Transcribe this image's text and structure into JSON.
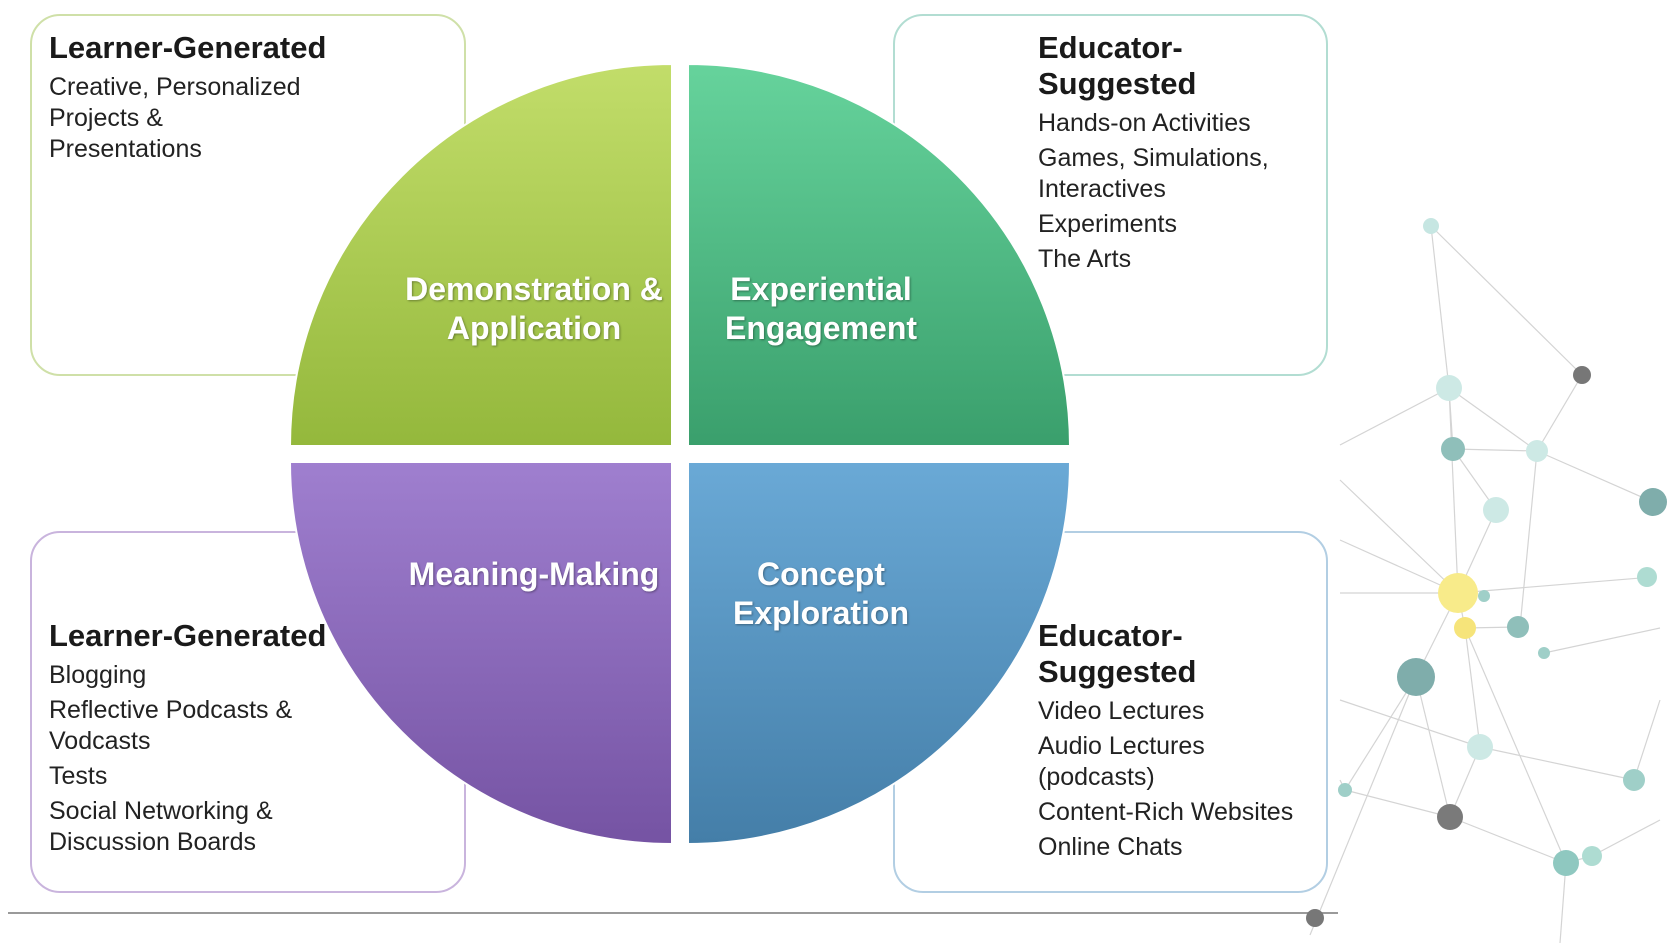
{
  "diagram": {
    "quadrants": {
      "top_left": {
        "label": "Demonstration & Application",
        "color": "#9fc44b"
      },
      "top_right": {
        "label": "Experiential Engagement",
        "color": "#43b57e"
      },
      "bottom_left": {
        "label": "Meaning-Making",
        "color": "#8a66b8"
      },
      "bottom_right": {
        "label": "Concept Exploration",
        "color": "#4f8fbf"
      }
    },
    "boxes": {
      "top_left": {
        "heading": "Learner-Generated",
        "items": [
          "Creative, Personalized",
          "Projects &",
          "Presentations"
        ]
      },
      "top_right": {
        "heading": "Educator-Suggested",
        "items": [
          "Hands-on Activities",
          "Games, Simulations, Interactives",
          "Experiments",
          "The Arts"
        ]
      },
      "bottom_left": {
        "heading": "Learner-Generated",
        "items": [
          "Blogging",
          "Reflective Podcasts & Vodcasts",
          "Tests",
          "Social Networking & Discussion Boards"
        ]
      },
      "bottom_right": {
        "heading": "Educator-Suggested",
        "items": [
          "Video Lectures",
          "Audio Lectures (podcasts)",
          "Content-Rich Websites",
          "Online Chats"
        ]
      }
    }
  },
  "decoration": {
    "network_colors": [
      "#9fcfc8",
      "#7fb5b0",
      "#6e6e6e",
      "#f6e47a",
      "#bfe3df"
    ]
  }
}
